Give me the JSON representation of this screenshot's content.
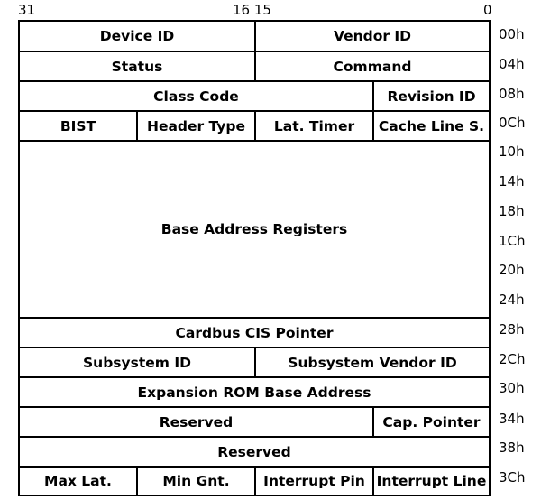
{
  "bit_labels": {
    "high": "31",
    "mid": "16 15",
    "low": "0"
  },
  "offsets": [
    "00h",
    "04h",
    "08h",
    "0Ch",
    "10h",
    "14h",
    "18h",
    "1Ch",
    "20h",
    "24h",
    "28h",
    "2Ch",
    "30h",
    "34h",
    "38h",
    "3Ch"
  ],
  "rows": {
    "r00": {
      "device_id": "Device ID",
      "vendor_id": "Vendor ID"
    },
    "r04": {
      "status": "Status",
      "command": "Command"
    },
    "r08": {
      "class_code": "Class Code",
      "revision_id": "Revision ID"
    },
    "r0c": {
      "bist": "BIST",
      "header_type": "Header Type",
      "lat_timer": "Lat. Timer",
      "cache_line": "Cache Line S."
    },
    "bars": {
      "label": "Base Address Registers"
    },
    "r28": {
      "cardbus": "Cardbus CIS Pointer"
    },
    "r2c": {
      "subsystem_id": "Subsystem ID",
      "subsystem_vendor_id": "Subsystem Vendor ID"
    },
    "r30": {
      "expansion_rom": "Expansion ROM Base Address"
    },
    "r34": {
      "reserved": "Reserved",
      "cap_pointer": "Cap. Pointer"
    },
    "r38": {
      "reserved": "Reserved"
    },
    "r3c": {
      "max_lat": "Max Lat.",
      "min_gnt": "Min Gnt.",
      "interrupt_pin": "Interrupt Pin",
      "interrupt_line": "Interrupt Line"
    }
  }
}
